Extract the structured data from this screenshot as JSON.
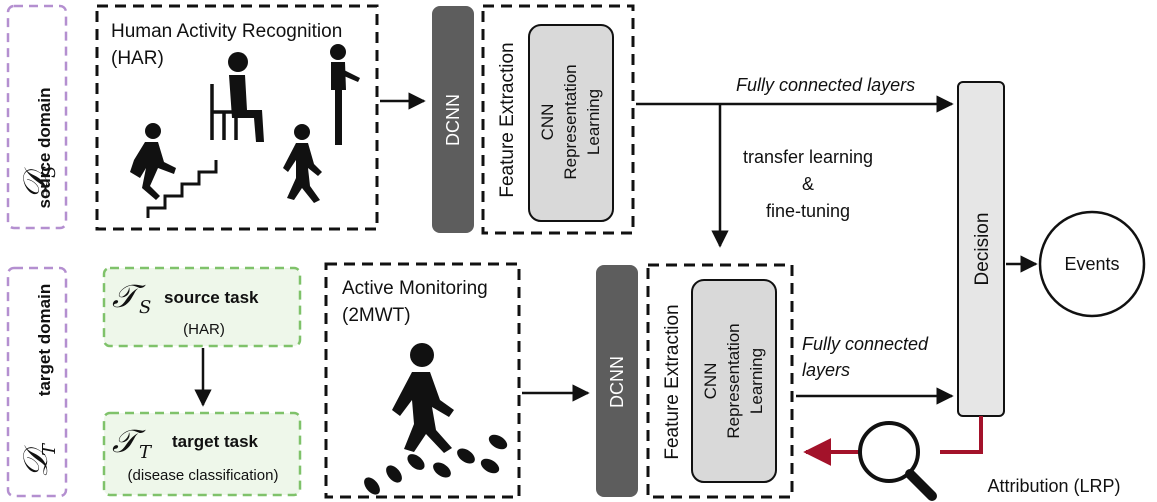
{
  "source_domain": {
    "symbol": "𝒟",
    "subscript": "S",
    "label": "source domain"
  },
  "target_domain": {
    "symbol": "𝒟",
    "subscript": "T",
    "label": "target domain"
  },
  "har_box": {
    "title_line1": "Human Activity Recognition",
    "title_line2": "(HAR)"
  },
  "active_box": {
    "title_line1": "Active Monitoring",
    "title_line2": "(2MWT)"
  },
  "dcnn": "DCNN",
  "feature_extraction": "Feature Extraction",
  "cnn_block": {
    "line1": "CNN",
    "line2": "Representation",
    "line3": "Learning"
  },
  "fc_top": "Fully connected layers",
  "fc_bottom_line1": "Fully connected",
  "fc_bottom_line2": "layers",
  "transfer": {
    "line1": "transfer learning",
    "line2": "&",
    "line3": "fine-tuning"
  },
  "decision": "Decision",
  "events": "Events",
  "attribution": "Attribution (LRP)",
  "source_task": {
    "symbol": "𝒯",
    "subscript": "S",
    "title": "source task",
    "subtitle": "(HAR)"
  },
  "target_task": {
    "symbol": "𝒯",
    "subscript": "T",
    "title": "target task",
    "subtitle": "(disease classification)"
  },
  "colors": {
    "domain_border": "#b48fd0",
    "task_border": "#7fc26a",
    "task_fill": "#eef7ea",
    "dcnn_fill": "#5d5d5d",
    "cnn_fill": "#d9d9d9",
    "decision_fill": "#e6e6e6",
    "attribution_arrow": "#a3122a"
  }
}
